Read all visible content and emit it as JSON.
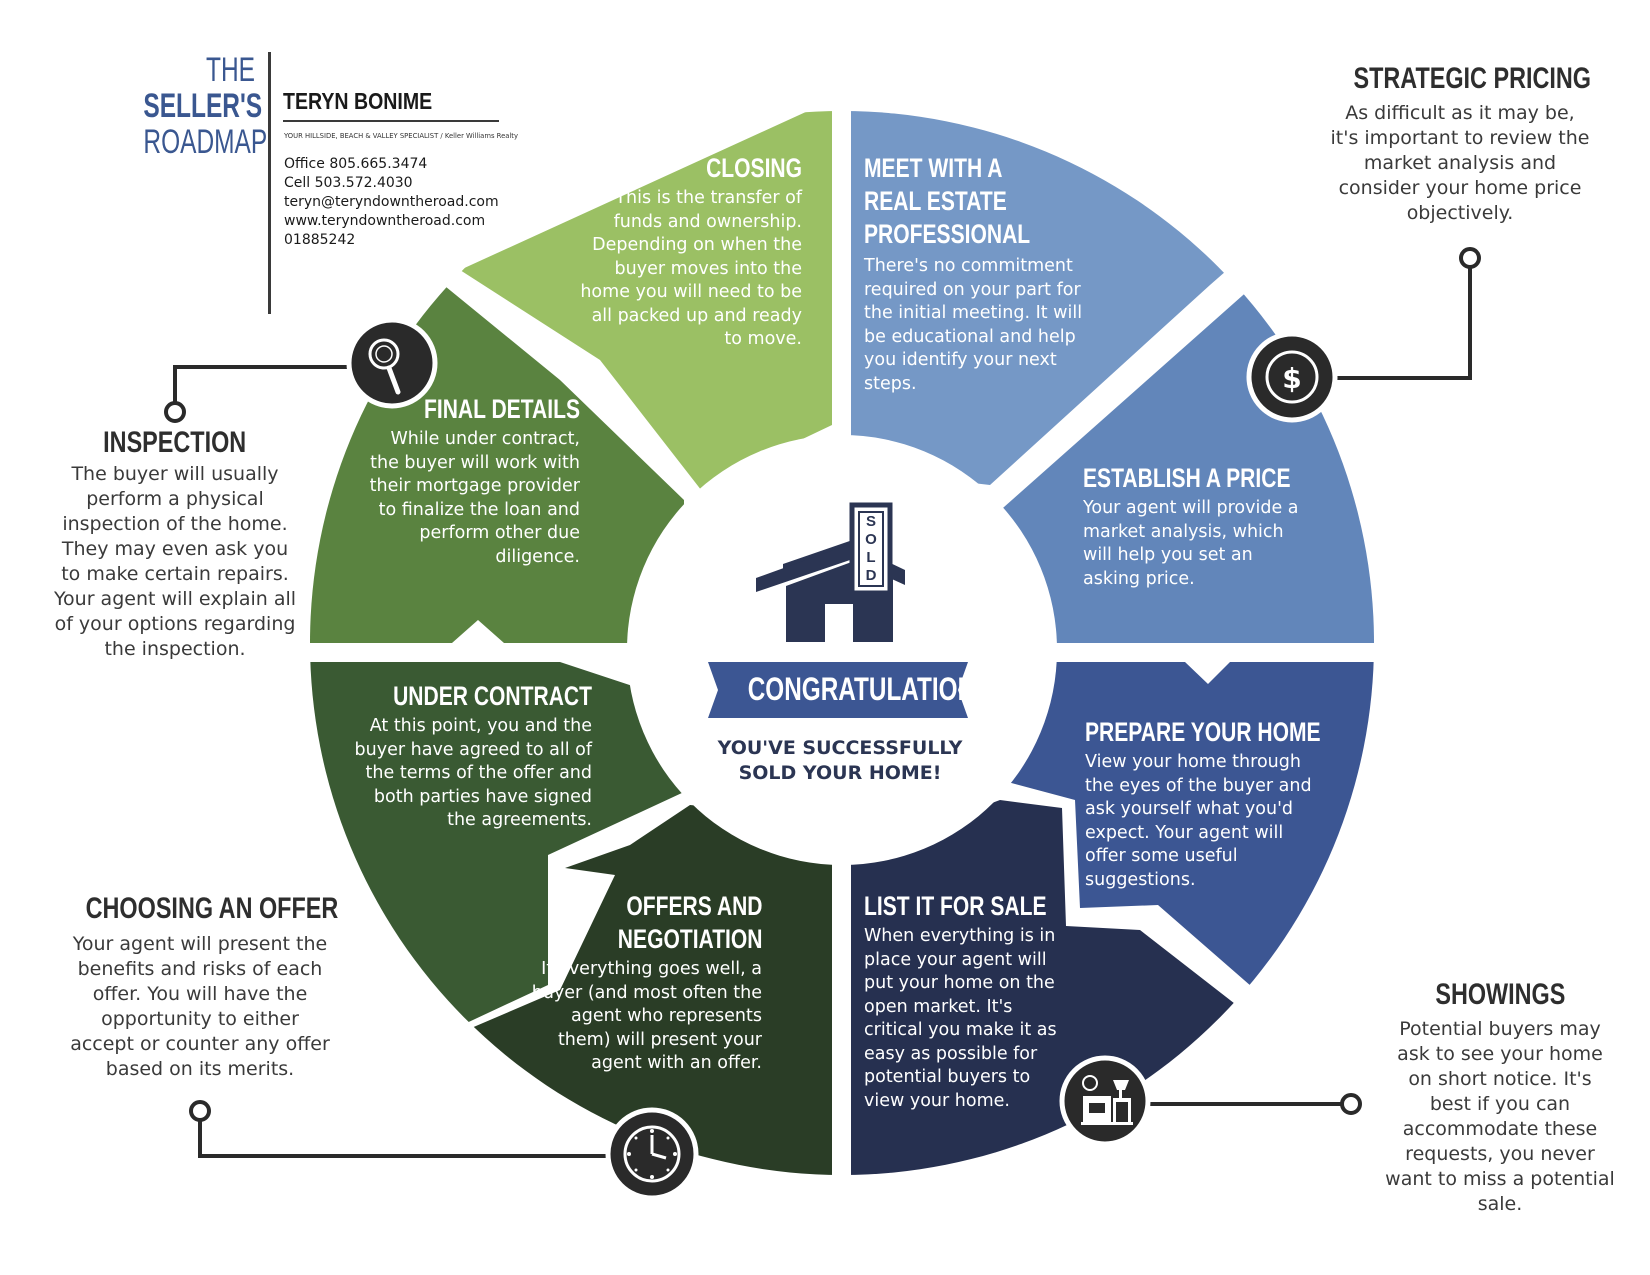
{
  "brand": {
    "line1": "THE",
    "line2": "SELLER'S",
    "line3": "ROADMAP"
  },
  "agent": {
    "name": "TERYN BONIME",
    "tagline": "YOUR HILLSIDE, BEACH & VALLEY SPECIALIST / Keller Williams Realty",
    "office": "Office 805.665.3474",
    "cell": "Cell 503.572.4030",
    "email": "teryn@teryndowntheroad.com",
    "website": "www.teryndowntheroad.com",
    "license": "01885242"
  },
  "center": {
    "sign": "SOLD",
    "banner": "CONGRATULATIONS!",
    "line1": "YOU'VE SUCCESSFULLY",
    "line2": "SOLD YOUR HOME!"
  },
  "steps": {
    "meet": {
      "title1": "MEET WITH A",
      "title2": "REAL ESTATE",
      "title3": "PROFESSIONAL",
      "text": "There's no commitment required on your part for the initial meeting. It will be educational and help you identify your next steps."
    },
    "price": {
      "title": "ESTABLISH A PRICE",
      "text": "Your agent will provide a market analysis, which will help you set an asking price."
    },
    "prepare": {
      "title": "PREPARE YOUR HOME",
      "text": "View your home through the eyes of the buyer and ask yourself what you'd expect. Your agent will offer some useful suggestions."
    },
    "list": {
      "title": "LIST IT FOR SALE",
      "text": "When everything is in place your agent will put your home on the open market. It's critical you make it as easy as possible for potential buyers to view your home."
    },
    "offers": {
      "title1": "OFFERS AND",
      "title2": "NEGOTIATION",
      "text": "If everything goes well, a buyer (and most often the agent who represents them) will present your agent with an offer."
    },
    "contract": {
      "title": "UNDER CONTRACT",
      "text": "At this point, you and the buyer have agreed to all of the terms of the offer and both parties have signed the agreements."
    },
    "final": {
      "title": "FINAL DETAILS",
      "text": "While under contract, the buyer will work with their mortgage provider to finalize the loan and perform other due diligence."
    },
    "closing": {
      "title": "CLOSING",
      "text": "This is the transfer of funds and ownership. Depending on when the buyer moves into the home you will need to be all packed up and ready to move."
    }
  },
  "callouts": {
    "pricing": {
      "title": "STRATEGIC PRICING",
      "text": "As difficult as it may be, it's important to review the market analysis and consider your home price objectively."
    },
    "inspection": {
      "title": "INSPECTION",
      "text": "The buyer will usually perform a physical inspection of the home. They may even ask you to make certain repairs. Your agent will explain all of your options regarding the inspection."
    },
    "choosing": {
      "title": "CHOOSING AN OFFER",
      "text": "Your agent will present the benefits and risks of each offer. You will have the opportunity to either accept or counter any offer based on its merits."
    },
    "showings": {
      "title": "SHOWINGS",
      "text": "Potential buyers may ask to see your home on short notice. It's best if you can accommodate these requests, you never want to miss a potential sale."
    }
  },
  "icons": {
    "inspection": "magnifier-icon",
    "pricing": "dollar-icon",
    "showings": "staging-icon",
    "choosing": "clock-icon",
    "center": "house-sold-icon"
  },
  "colors": {
    "meet": "#7598c6",
    "price": "#6286ba",
    "prepare": "#3c5693",
    "list": "#263050",
    "offers": "#2a3d26",
    "contract": "#3a5a33",
    "final": "#5a8340",
    "closing": "#9bc064",
    "navy": "#2b3553",
    "dark": "#2a2a2a"
  }
}
